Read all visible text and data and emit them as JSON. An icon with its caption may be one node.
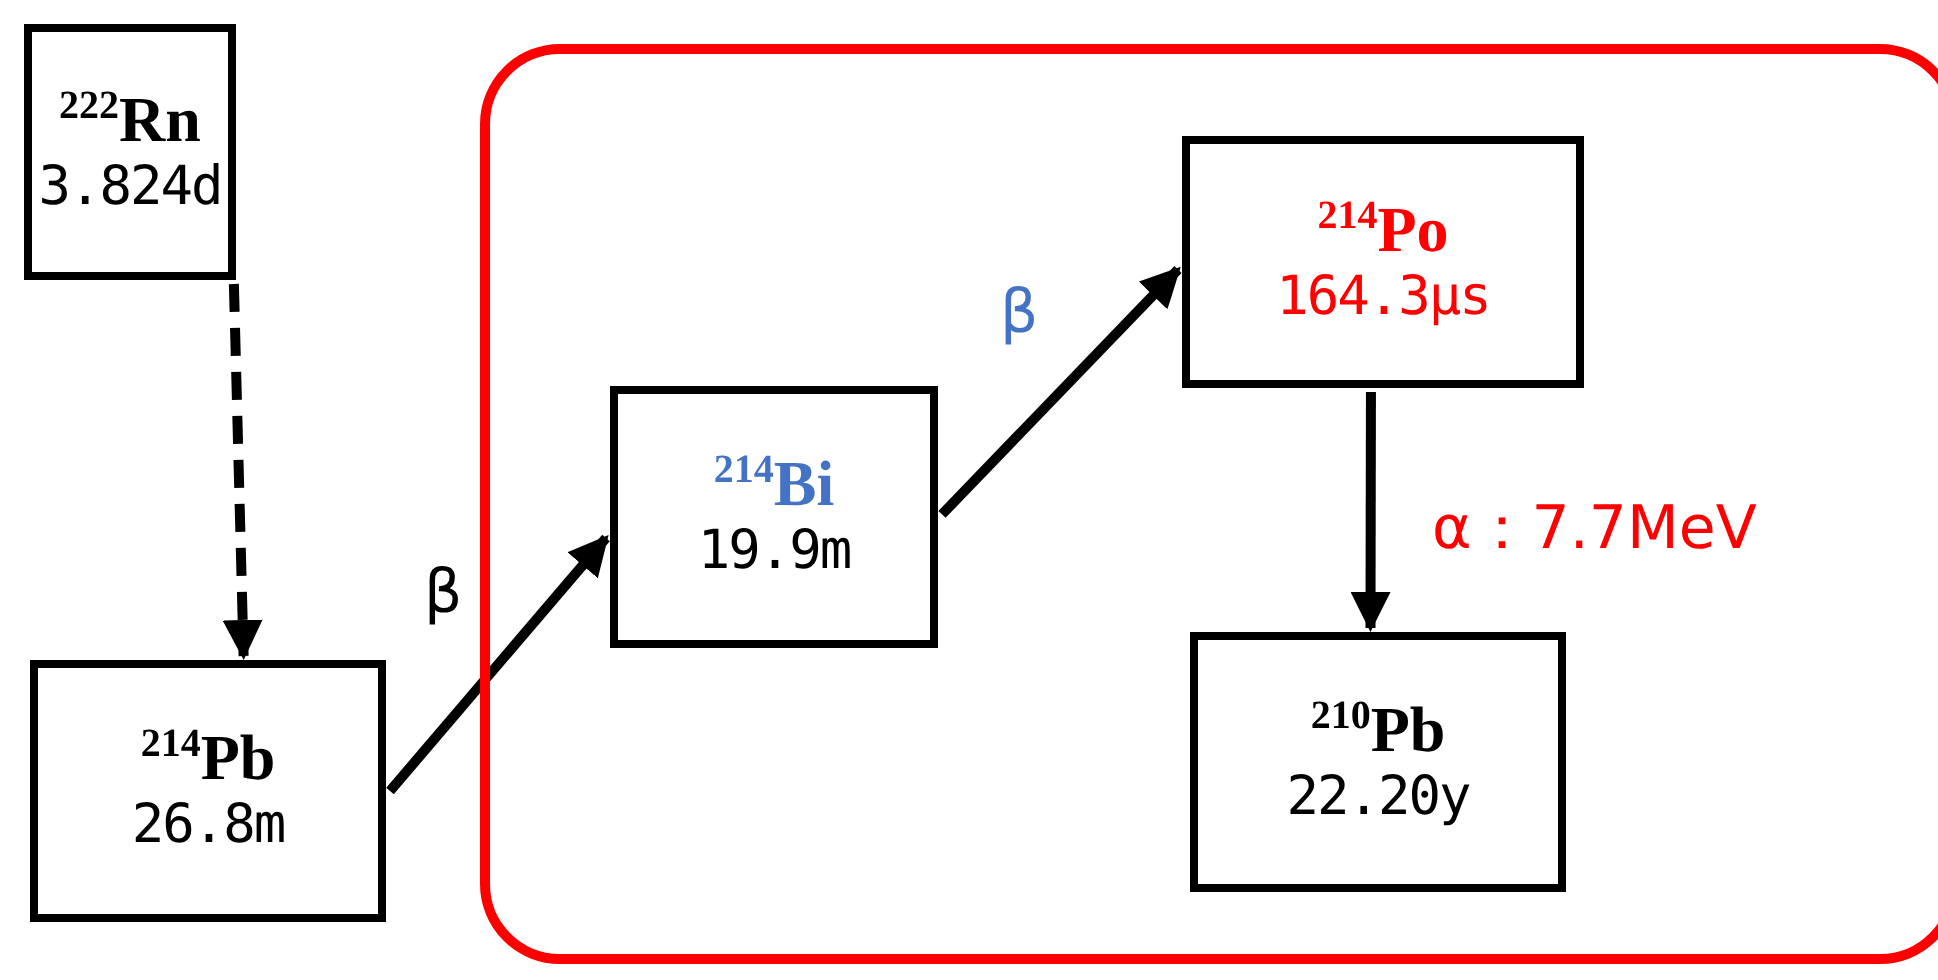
{
  "diagram": {
    "nodes": [
      {
        "text": [
          "$^{222}$Rn",
          "3.824d"
        ]
      },
      {
        "text": [
          "$^{214}$Pb",
          "26.8m"
        ]
      },
      {
        "text": [],
        "shape": "box"
      },
      {
        "text": [
          "$^{214}$Bi",
          "19.9m"
        ],
        "in": 2
      },
      {
        "text": [
          "$^{214}$Po",
          "164.3μs"
        ],
        "in": 2
      },
      {
        "text": [
          "$^{210}$Pb",
          "22.20y"
        ],
        "in": 2
      }
    ],
    "edges": [
      {
        "from": 0,
        "to": 1,
        "arrow": "to",
        "style": "dashed"
      },
      {
        "from": 1,
        "to": 3,
        "arrow": "to",
        "label": "β"
      },
      {
        "from": 3,
        "to": 4,
        "arrow": "to",
        "label": "β"
      },
      {
        "from": 4,
        "to": 5,
        "arrow": "to",
        "label": "α：7.7MeV"
      }
    ]
  }
}
